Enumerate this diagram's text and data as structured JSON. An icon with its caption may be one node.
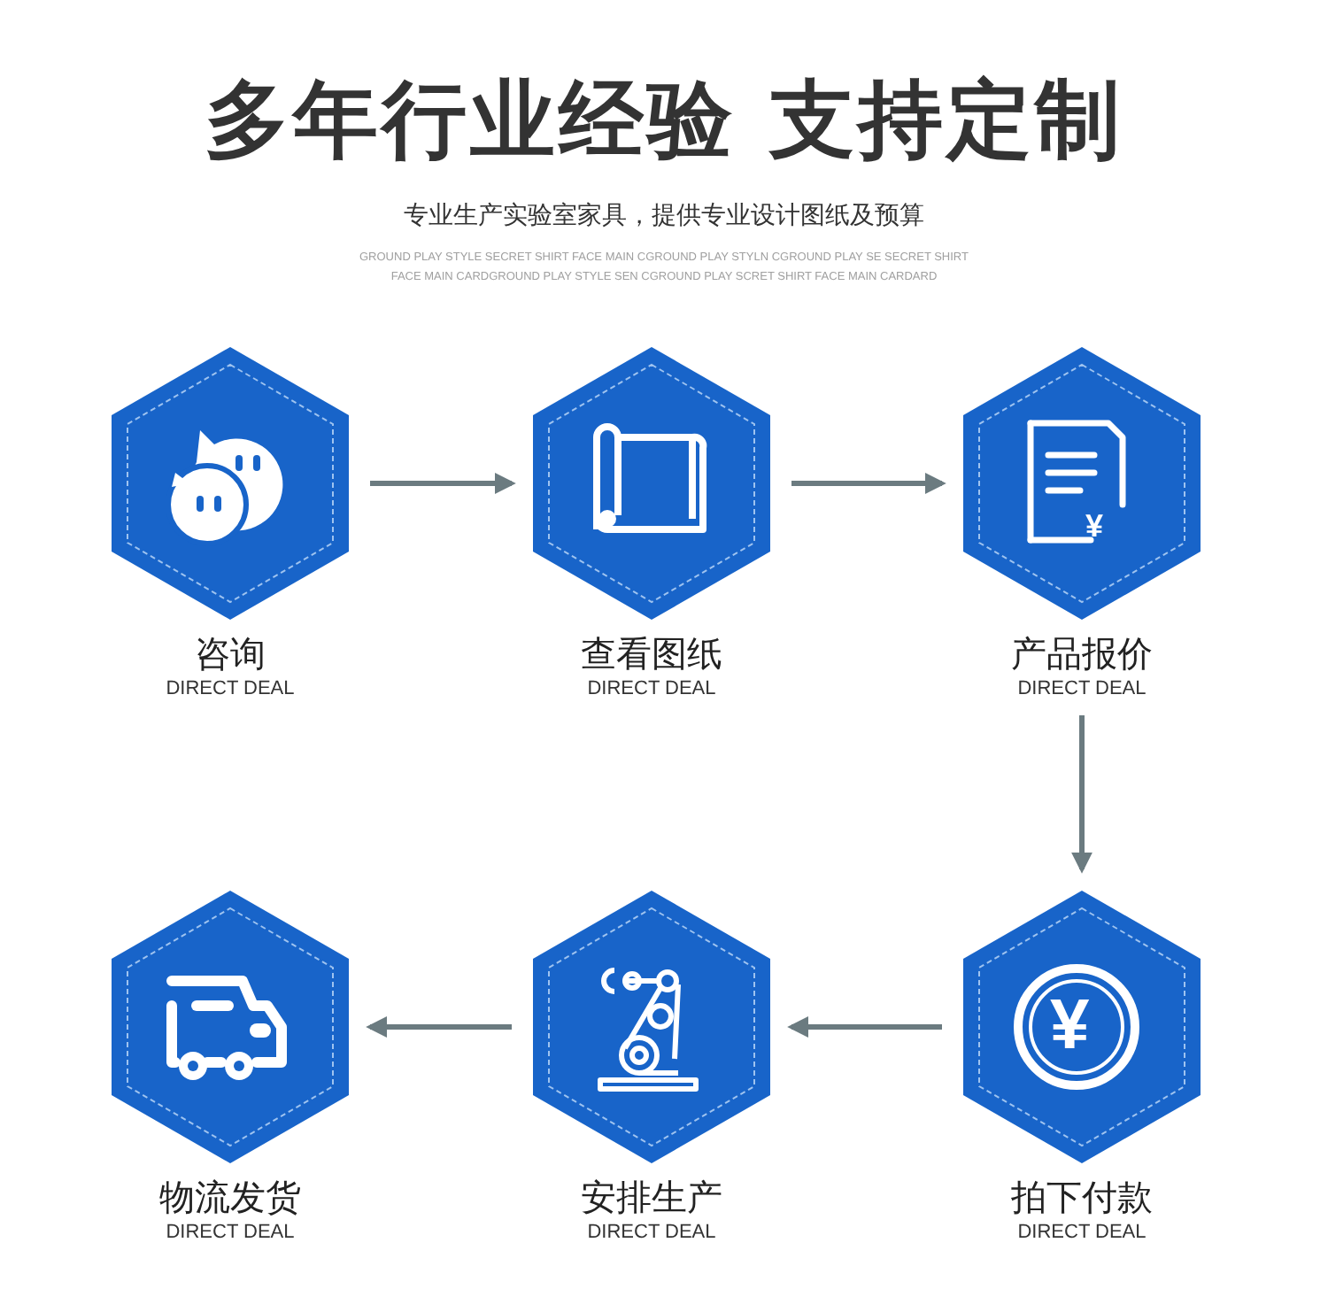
{
  "diagram": {
    "title": "多年行业经验 支持定制",
    "nodes": [
      {
        "text": [
          "咨询",
          "DIRECT DEAL"
        ]
      },
      {
        "text": [
          "查看图纸",
          "DIRECT DEAL"
        ]
      },
      {
        "text": [
          "产品报价",
          "DIRECT DEAL"
        ]
      },
      {
        "text": [
          "物流发货",
          "DIRECT DEAL"
        ]
      },
      {
        "text": [
          "安排生产",
          "DIRECT DEAL"
        ]
      },
      {
        "text": [
          "拍下付款",
          "DIRECT DEAL"
        ]
      }
    ],
    "edges": [
      {
        "from": 0,
        "to": 1,
        "arrow": "to"
      },
      {
        "from": 1,
        "to": 2,
        "arrow": "to"
      },
      {
        "from": 2,
        "to": 5,
        "arrow": "to"
      },
      {
        "from": 5,
        "to": 4,
        "arrow": "to"
      },
      {
        "from": 4,
        "to": 3,
        "arrow": "to"
      }
    ],
    "labels": [
      "专业生产实验室家具，提供专业设计图纸及预算",
      "GROUND PLAY STYLE SECRET SHIRT FACE MAIN CGROUND PLAY STYLN CGROUND PLAY SE SECRET SHIRT FACE MAIN CARDGROUND PLAY STYLE SEN CGROUND PLAY SCRET SHIRT FACE MAIN CARDARD",
      "¥",
      "¥"
    ]
  }
}
